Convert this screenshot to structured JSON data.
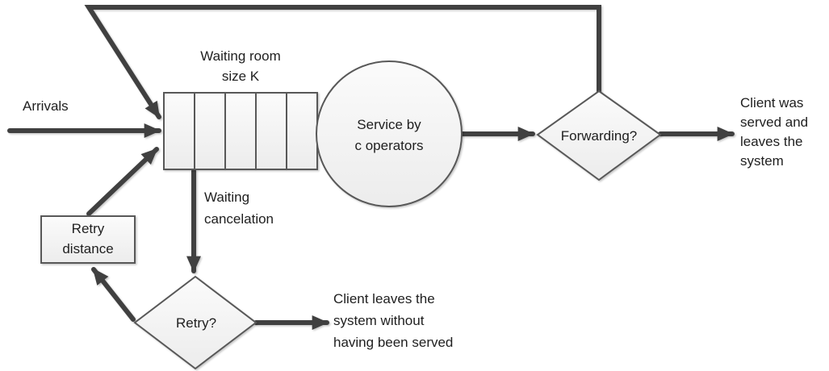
{
  "diagram": {
    "labels": {
      "waiting_room": "Waiting room\nsize K",
      "arrivals": "Arrivals",
      "service": "Service by\nc operators",
      "forwarding": "Forwarding?",
      "client_served": "Client was\nserved and\nleaves the\nsystem",
      "waiting_cancelation": "Waiting\ncancelation",
      "retry": "Retry?",
      "retry_distance": "Retry\ndistance",
      "client_leaves": "Client leaves the\nsystem without\nhaving been served"
    },
    "queue": {
      "cells": 5
    },
    "colors": {
      "connector": "#404040",
      "shape_stroke": "#595959",
      "shape_fill_top": "#fbfbfb",
      "shape_fill_bottom": "#ececec",
      "text": "#1f1f1f",
      "background": "#ffffff"
    }
  }
}
